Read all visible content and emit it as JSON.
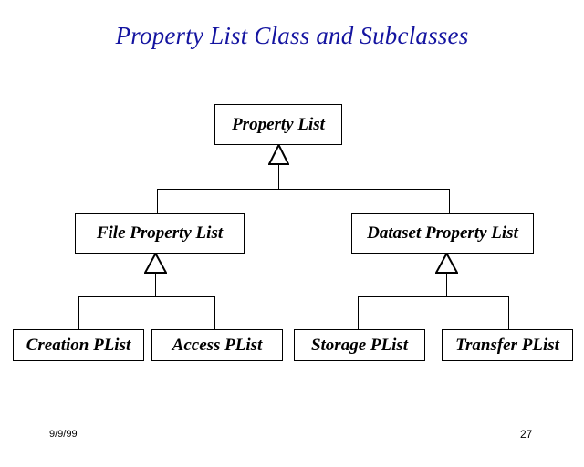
{
  "slide": {
    "title": "Property List Class and Subclasses",
    "title_color": "#1414a0",
    "background_color": "#ffffff",
    "line_color": "#000000"
  },
  "diagram": {
    "type": "uml-class-hierarchy",
    "relationship": "generalization",
    "root": {
      "id": "property-list",
      "label": "Property List"
    },
    "level2": [
      {
        "id": "file-property-list",
        "label": "File Property List"
      },
      {
        "id": "dataset-property-list",
        "label": "Dataset Property List"
      }
    ],
    "level3": [
      {
        "id": "creation-plist",
        "label": "Creation PList",
        "parent": "file-property-list"
      },
      {
        "id": "access-plist",
        "label": "Access PList",
        "parent": "file-property-list"
      },
      {
        "id": "storage-plist",
        "label": "Storage PList",
        "parent": "dataset-property-list"
      },
      {
        "id": "transfer-plist",
        "label": "Transfer PList",
        "parent": "dataset-property-list"
      }
    ]
  },
  "footer": {
    "date": "9/9/99",
    "page_number": "27"
  }
}
